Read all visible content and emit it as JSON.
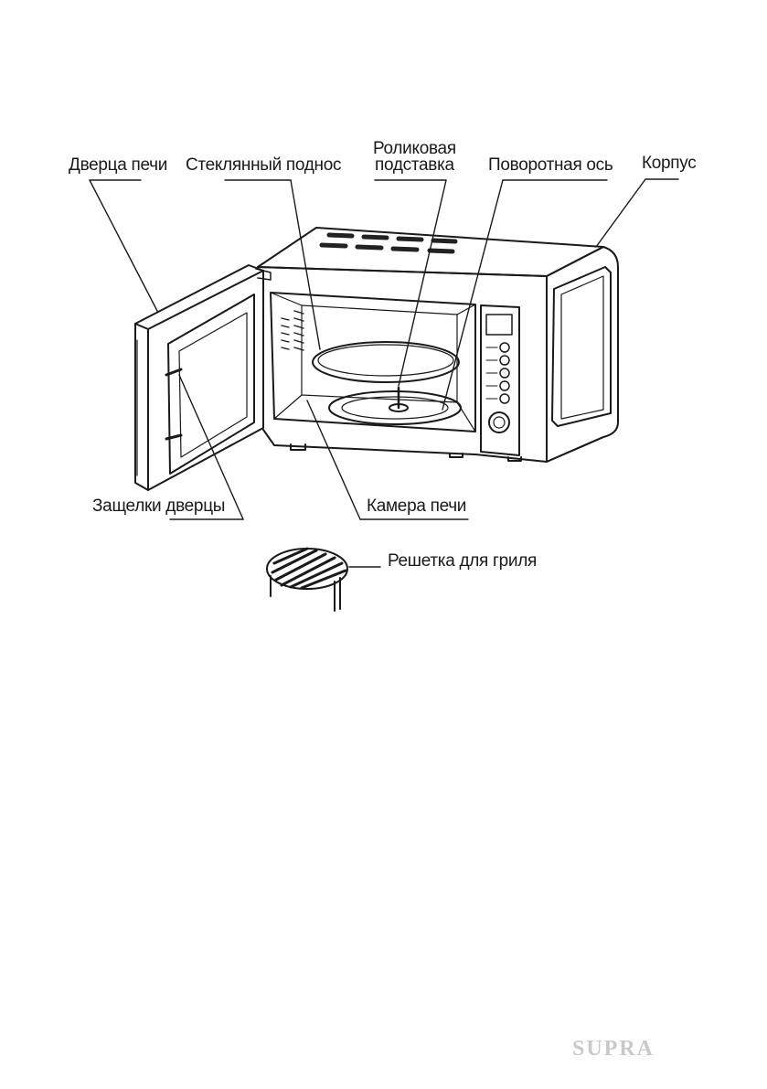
{
  "labels": {
    "door": "Дверца печи",
    "glass_tray": "Стеклянный поднос",
    "roller_ring_line1": "Роликовая",
    "roller_ring_line2": "подставка",
    "shaft": "Поворотная ось",
    "case": "Корпус",
    "latches": "Защелки дверцы",
    "cavity": "Камера печи",
    "grill_rack": "Решетка для гриля"
  },
  "brand": "SUPRA",
  "colors": {
    "ink": "#1a1a1a",
    "brand": "#c9c9c9"
  }
}
